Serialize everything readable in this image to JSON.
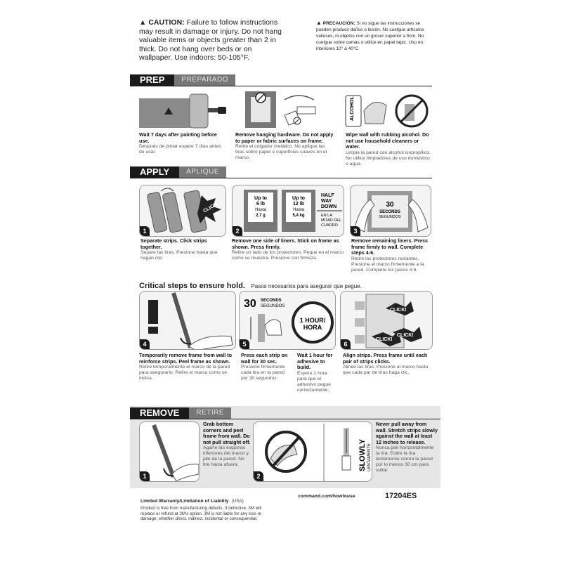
{
  "caution": {
    "en_label": "CAUTION:",
    "en_text": "Failure to follow instructions may result in damage or injury. Do not hang valuable items or objects greater than 2 in thick. Do not hang over beds or on wallpaper. Use indoors: 50-105°F.",
    "es_label": "PRECAUCIÓN:",
    "es_text": "Si no sigue las instrucciones se pueden producir daños o lesión. No cuelgue artículos valiosos, ni objetos con un grosor superior a 5cm. No cuelgue sobre camas o utilice en papel tapiz. Uso en interiores 10° a 40°C"
  },
  "prep": {
    "header_en": "PREP",
    "header_es": "PREPARADO",
    "steps": [
      {
        "bold": "Wait 7 days after painting before use.",
        "sub": "Después de pintar espere 7 días antes de usar."
      },
      {
        "bold": "Remove hanging hardware. Do not apply to paper or fabric surfaces on frame.",
        "sub": "Retire el colgador metálico. No aplique las tiras sobre papel o superficies suaves en el marco."
      },
      {
        "bold": "Wipe wall with rubbing alcohol. Do not use household cleaners or water.",
        "sub": "Limpie la pared con alcohol isopropílico. No utilice limpiadores de uso doméstico o agua."
      }
    ],
    "alcohol_label": "ALCOHOL"
  },
  "apply": {
    "header_en": "APPLY",
    "header_es": "APLIQUE",
    "steps": [
      {
        "num": "1",
        "bold": "Separate strips. Click strips together.",
        "sub": "Separe las tiras. Presione hasta que hagan clic."
      },
      {
        "num": "2",
        "bold": "Remove one side of liners. Stick on frame as shown. Press firmly.",
        "sub": "Retire un lado de los protectores. Pegue en el marco como se muestra. Presione con firmeza."
      },
      {
        "num": "3",
        "bold": "Remove remaining liners. Press frame firmly to wall. Complete steps 4-6.",
        "sub": "Retire los protectores restantes. Presione el marco firmemente a la pared. Complete los pasos 4-6."
      }
    ],
    "click": "CLICK!",
    "up6_a": "Up to",
    "up6_b": "6 lb",
    "up6_c": "Hasta",
    "up6_d": "2,7 g",
    "up12_a": "Up to",
    "up12_b": "12 lb",
    "up12_c": "Hasta",
    "up12_d": "5,4 kg",
    "half_a": "HALF",
    "half_b": "WAY",
    "half_c": "DOWN",
    "half_es_a": "EN LA",
    "half_es_b": "MITAD DEL",
    "half_es_c": "CUADRO",
    "sec30_a": "30",
    "sec30_b": "SECONDS",
    "sec30_c": "SEGUNDOS"
  },
  "critical": {
    "title": "Critical steps to ensure hold.",
    "subtitle": "Pasos necesarios para asegurar que pegue.",
    "steps": [
      {
        "num": "4",
        "bold": "Temporarily remove frame from wall to reinforce strips. Peel frame as shown.",
        "sub": "Retire temporalmente el marco de la pared para asegurarlo. Retire el marco como se indica."
      },
      {
        "num": "5",
        "bold": "Press each strip on wall for 30 sec.",
        "sub": "Presione firmemente cada tira en la pared por 30 segundos."
      },
      {
        "num": "",
        "bold": "Wait 1 hour for adhesive to build.",
        "sub": "Espere 1 hora para que el adhesivo pegue correctamente."
      },
      {
        "num": "6",
        "bold": "Align strips. Press frame until each pair of strips clicks.",
        "sub": "Alinee las tiras. Presione al marco hasta que cada par de tiras haga clic."
      }
    ],
    "sec30_a": "30",
    "sec30_b": "SECONDS",
    "sec30_c": "SEGUNDOS",
    "hour_a": "1 HOUR/",
    "hour_b": "HORA",
    "click": "CLICK!"
  },
  "remove": {
    "header_en": "REMOVE",
    "header_es": "RETIRE",
    "steps": [
      {
        "num": "1",
        "bold": "Grab bottom corners and peel frame from wall. Do not pull straight off.",
        "sub": "Agarre las esquinas inferiores del marco y jale de la pared. No tire hacia afuera."
      },
      {
        "num": "2",
        "bold": "Never pull away from wall. Stretch strips slowly against the wall at least 12 inches to release.",
        "sub": "Nunca jale horizontalmente la tira. Estire la tira lentamente contra la pared por lo menos 30 cm para soltar."
      }
    ],
    "slowly": "SLOWLY",
    "slowly_es": "LENTAMENTE"
  },
  "footer": {
    "warranty_bold": "Limited Warranty/Limitation of Liability",
    "warranty_region": "(USA)",
    "warranty_text": "Product is free from manufacturing defects. If defective, 3M will replace or refund at 3M's option. 3M is not liable for any loss or damage, whether direct, indirect, incidental or consequential.",
    "url": "command.com/howtouse",
    "code": "17204ES"
  }
}
